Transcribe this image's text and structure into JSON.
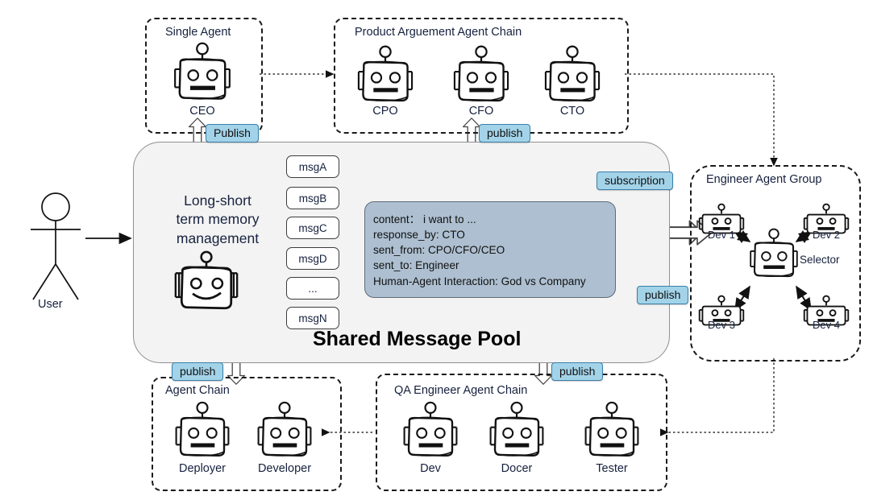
{
  "diagram": {
    "pool_title": "Shared Message Pool",
    "memory_label": "Long-short\nterm memory\nmanagement",
    "user_label": "User"
  },
  "messages": [
    {
      "label": "msgA"
    },
    {
      "label": "msgB"
    },
    {
      "label": "msgC"
    },
    {
      "label": "msgD"
    },
    {
      "label": "..."
    },
    {
      "label": "msgN"
    }
  ],
  "message_detail": {
    "content": "content： i want to ...",
    "response_by": "response_by: CTO",
    "sent_from": "sent_from: CPO/CFO/CEO",
    "sent_to": "sent_to: Engineer",
    "human_agent": "Human-Agent Interaction: God vs Company"
  },
  "groups": {
    "single_agent": {
      "title": "Single Agent",
      "agents": [
        {
          "name": "CEO"
        }
      ]
    },
    "product_chain": {
      "title": "Product Arguement Agent Chain",
      "agents": [
        {
          "name": "CPO"
        },
        {
          "name": "CFO"
        },
        {
          "name": "CTO"
        }
      ]
    },
    "engineer_group": {
      "title": "Engineer Agent Group",
      "selector": "Selector",
      "agents": [
        {
          "name": "Dev 1"
        },
        {
          "name": "Dev 2"
        },
        {
          "name": "Dev 3"
        },
        {
          "name": "Dev 4"
        }
      ]
    },
    "agent_chain": {
      "title": "Agent Chain",
      "agents": [
        {
          "name": "Deployer"
        },
        {
          "name": "Developer"
        }
      ]
    },
    "qa_chain": {
      "title": "QA Engineer Agent Chain",
      "agents": [
        {
          "name": "Dev"
        },
        {
          "name": "Docer"
        },
        {
          "name": "Tester"
        }
      ]
    }
  },
  "badges": {
    "publish_top_left": "Publish",
    "publish_top_right": "publish",
    "subscription": "subscription",
    "publish_right": "publish",
    "publish_bottom_left": "publish",
    "publish_bottom_right": "publish"
  },
  "colors": {
    "badge_fill": "#a3d3e8",
    "badge_border": "#3a7fa8",
    "pool_fill": "#f3f3f3",
    "detail_fill": "#adbfd0",
    "stroke": "#1a1a1a"
  }
}
